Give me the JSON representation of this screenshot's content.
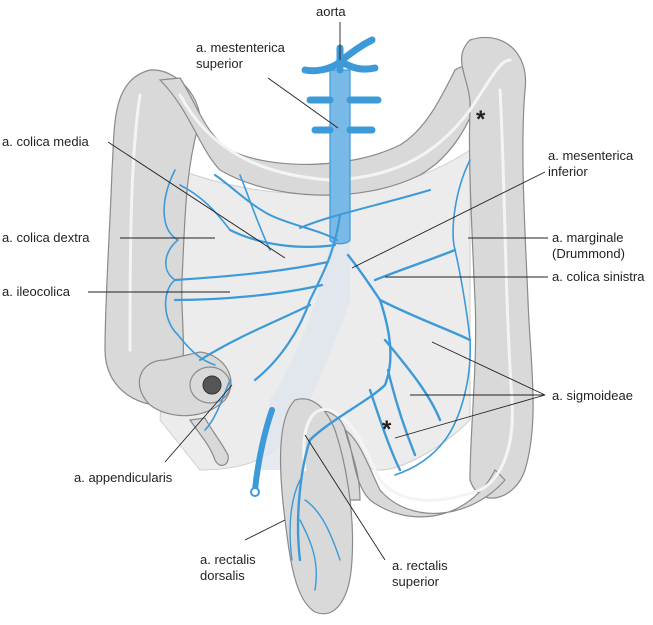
{
  "labels": {
    "aorta": "aorta",
    "mesenterica_superior": [
      "a. mestenterica",
      "superior"
    ],
    "colica_media": "a. colica media",
    "colica_dextra": "a. colica dextra",
    "ileocolica": "a. ileocolica",
    "appendicularis": "a. appendicularis",
    "rectalis_dorsalis": [
      "a. rectalis",
      "dorsalis"
    ],
    "rectalis_superior": [
      "a. rectalis",
      "superior"
    ],
    "mesenterica_inferior": [
      "a. mesenterica",
      "inferior"
    ],
    "marginale": [
      "a. marginale",
      "(Drummond)"
    ],
    "colica_sinistra": "a. colica sinistra",
    "sigmoideae": "a. sigmoideae"
  },
  "markers": {
    "watershed_marker": "*"
  },
  "colors": {
    "artery": "#3d9ad9",
    "artery_fill": "#79b9e8",
    "colon_fill": "#d9d9d9",
    "colon_outline": "#8a8a8a",
    "mesentery": "#ececec",
    "text": "#231f20"
  }
}
